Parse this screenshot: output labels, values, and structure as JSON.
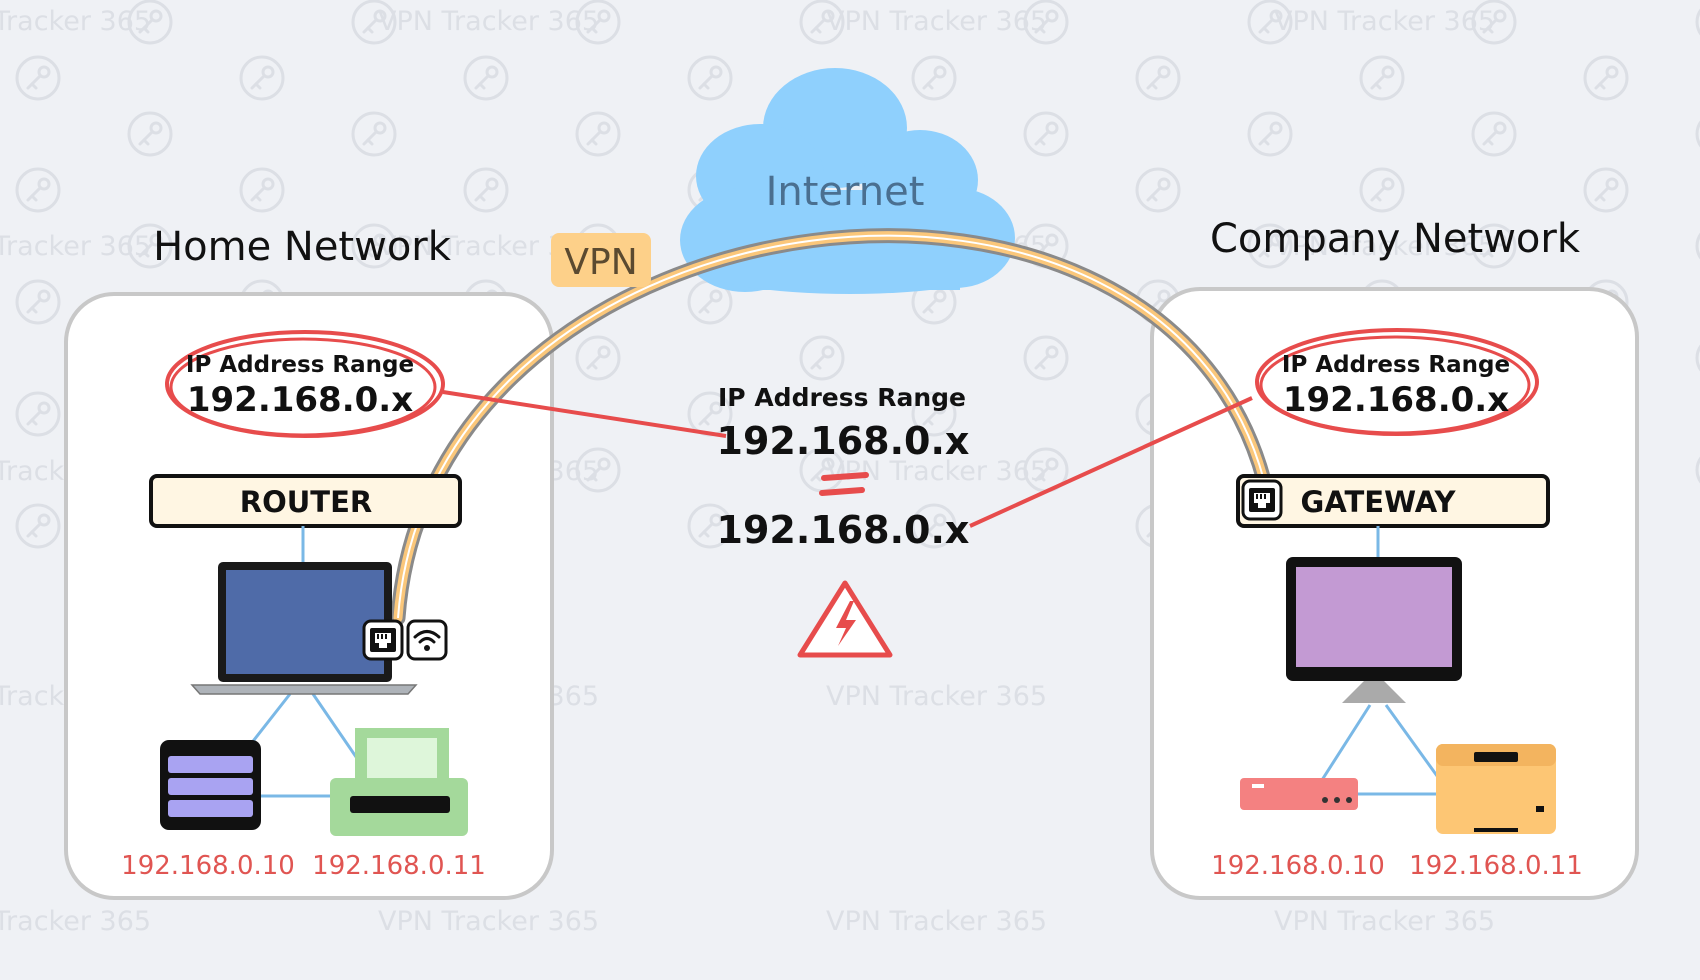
{
  "watermark": {
    "text": "VPN Tracker 365",
    "icon": "key-icon"
  },
  "internet": {
    "label": "Internet"
  },
  "vpn": {
    "label": "VPN"
  },
  "home": {
    "title": "Home Network",
    "range_label": "IP Address Range",
    "range_value": "192.168.0.x",
    "router_label": "ROUTER",
    "device_left_ip": "192.168.0.10",
    "device_right_ip": "192.168.0.11"
  },
  "company": {
    "title": "Company Network",
    "range_label": "IP Address Range",
    "range_value": "192.168.0.x",
    "gateway_label": "GATEWAY",
    "device_left_ip": "192.168.0.10",
    "device_right_ip": "192.168.0.11"
  },
  "conflict": {
    "range_label": "IP Address Range",
    "value_top": "192.168.0.x",
    "value_bottom": "192.168.0.x",
    "icon": "warning-icon"
  },
  "colors": {
    "background": "#eff1f5",
    "accent_red": "#e74c4c",
    "vpn_orange": "#fbc77a",
    "cloud_blue": "#8fd0fd",
    "link_blue": "#7ab8e6",
    "laptop_blue": "#4f6ba8",
    "monitor_purple": "#c39ad3"
  }
}
